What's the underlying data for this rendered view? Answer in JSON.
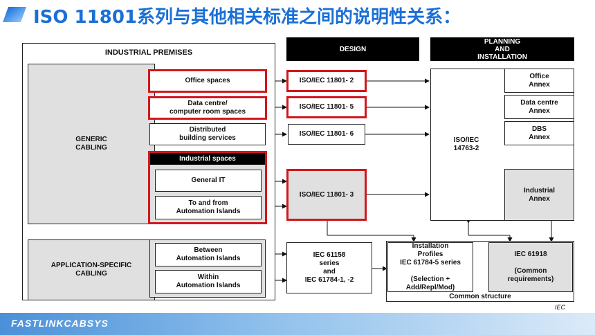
{
  "title": "ISO 11801系列与其他相关标准之间的说明性关系：",
  "footer_brand": "FASTLINKCABSYS",
  "source_label": "IEC",
  "headers": {
    "premises": "INDUSTRIAL PREMISES",
    "design": "DESIGN",
    "planning": "PLANNING\nAND\nINSTALLATION"
  },
  "groups": {
    "generic": "GENERIC\nCABLING",
    "application": "APPLICATION-SPECIFIC\nCABLING"
  },
  "premises": {
    "office": "Office spaces",
    "data_centre": "Data centre/\ncomputer room spaces",
    "distributed": "Distributed\nbuilding services",
    "industrial": "Industrial spaces",
    "general_it": "General IT",
    "to_from_islands": "To and from\nAutomation Islands",
    "between_islands": "Between\nAutomation Islands",
    "within_islands": "Within\nAutomation Islands"
  },
  "design": {
    "iso_2": "ISO/IEC  11801- 2",
    "iso_5": "ISO/IEC  11801- 5",
    "iso_6": "ISO/IEC  11801- 6",
    "iso_3": "ISO/IEC  11801- 3",
    "iec_61158": "IEC  61158\nseries\nand\nIEC 61784-1, -2"
  },
  "planning": {
    "iso_14763": "ISO/IEC\n14763-2",
    "office_annex": "Office\nAnnex",
    "dc_annex": "Data centre\nAnnex",
    "dbs_annex": "DBS\nAnnex",
    "industrial_annex": "Industrial\nAnnex",
    "install_profiles": "Installation\nProfiles\nIEC 61784-5 series\n\n(Selection +\nAdd/Repl/Mod)",
    "iec_61918": "IEC 61918\n\n(Common\nrequirements)",
    "common_structure": "Common structure"
  }
}
